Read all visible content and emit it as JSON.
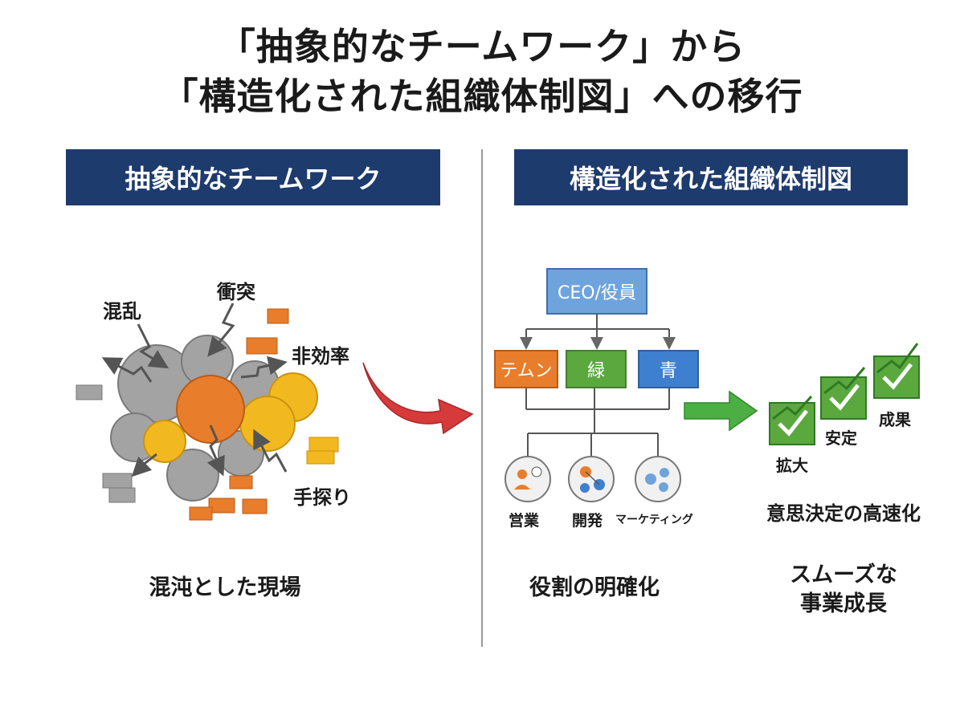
{
  "title": {
    "line1": "「抽象的なチームワーク」から",
    "line2": "「構造化された組織体制図」への移行"
  },
  "left": {
    "header": "抽象的なチームワーク",
    "labels": {
      "chaos": "混乱",
      "conflict": "衝突",
      "inefficiency": "非効率",
      "groping": "手探り"
    },
    "caption": "混沌とした現場"
  },
  "right": {
    "header": "構造化された組織体制図",
    "org": {
      "top": "CEO/役員",
      "teams": [
        {
          "label": "テムン",
          "color": "#e87d2b"
        },
        {
          "label": "緑",
          "color": "#5aa83e"
        },
        {
          "label": "青",
          "color": "#3f7fcf"
        }
      ],
      "roles": [
        {
          "label": "営業",
          "icon": "person-chart-icon"
        },
        {
          "label": "開発",
          "icon": "network-icon"
        },
        {
          "label": "マーケティング",
          "icon": "marketing-icon"
        }
      ],
      "caption": "役割の明確化"
    },
    "growth": {
      "steps": [
        "拡大",
        "安定",
        "成果"
      ],
      "subtitle": "意思決定の高速化",
      "caption_line1": "スムーズな",
      "caption_line2": "事業成長"
    }
  },
  "colors": {
    "header_bg": "#1e3b6e",
    "orange": "#e87d2b",
    "yellow": "#f2b81f",
    "gray": "#a3a3a3",
    "green": "#5aa83e",
    "blue": "#3f7fcf",
    "arrow_red": "#d63a3a",
    "arrow_green": "#4caf43"
  }
}
